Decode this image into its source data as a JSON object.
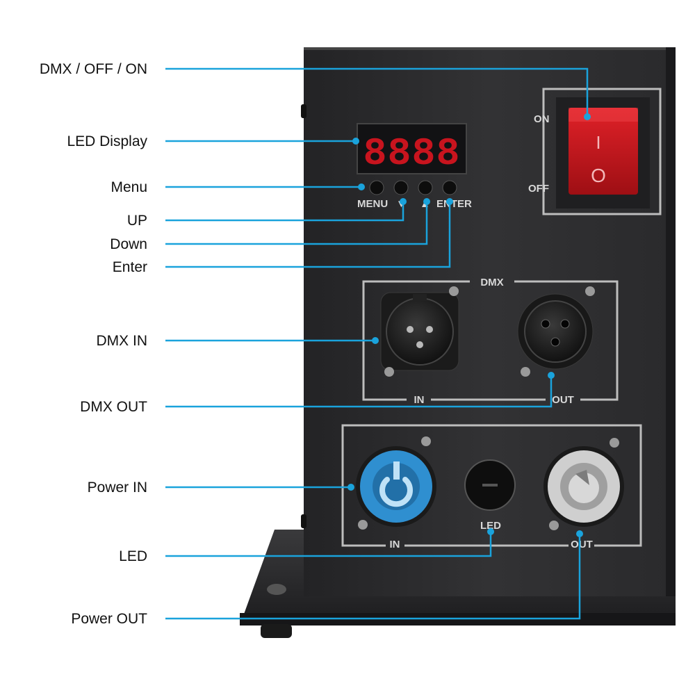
{
  "callouts": [
    {
      "id": "dmx-off-on",
      "label": "DMX / OFF / ON"
    },
    {
      "id": "led-display",
      "label": "LED Display"
    },
    {
      "id": "menu",
      "label": "Menu"
    },
    {
      "id": "up",
      "label": "UP"
    },
    {
      "id": "down",
      "label": "Down"
    },
    {
      "id": "enter",
      "label": "Enter"
    },
    {
      "id": "dmx-in",
      "label": "DMX IN"
    },
    {
      "id": "dmx-out",
      "label": "DMX OUT"
    },
    {
      "id": "power-in",
      "label": "Power IN"
    },
    {
      "id": "led",
      "label": "LED"
    },
    {
      "id": "power-out",
      "label": "Power OUT"
    }
  ],
  "device": {
    "display_text": "8888",
    "button_labels": {
      "menu": "MENU",
      "down_arrow": "▼",
      "up_arrow": "▲",
      "enter": "ENTER"
    },
    "switch_labels": {
      "on": "ON",
      "off": "OFF",
      "rocker_top": "I",
      "rocker_bottom": "O"
    },
    "dmx_panel": {
      "title": "DMX",
      "in": "IN",
      "out": "OUT"
    },
    "power_panel": {
      "in": "IN",
      "led": "LED",
      "out": "OUT"
    }
  },
  "colors": {
    "leader_line": "#1aa3dc",
    "housing": "#2b2b2d",
    "switch_red": "#c0141a",
    "power_in_blue": "#2f8fd0",
    "power_out_grey": "#cfcfcf",
    "display_red": "#c8141e"
  }
}
